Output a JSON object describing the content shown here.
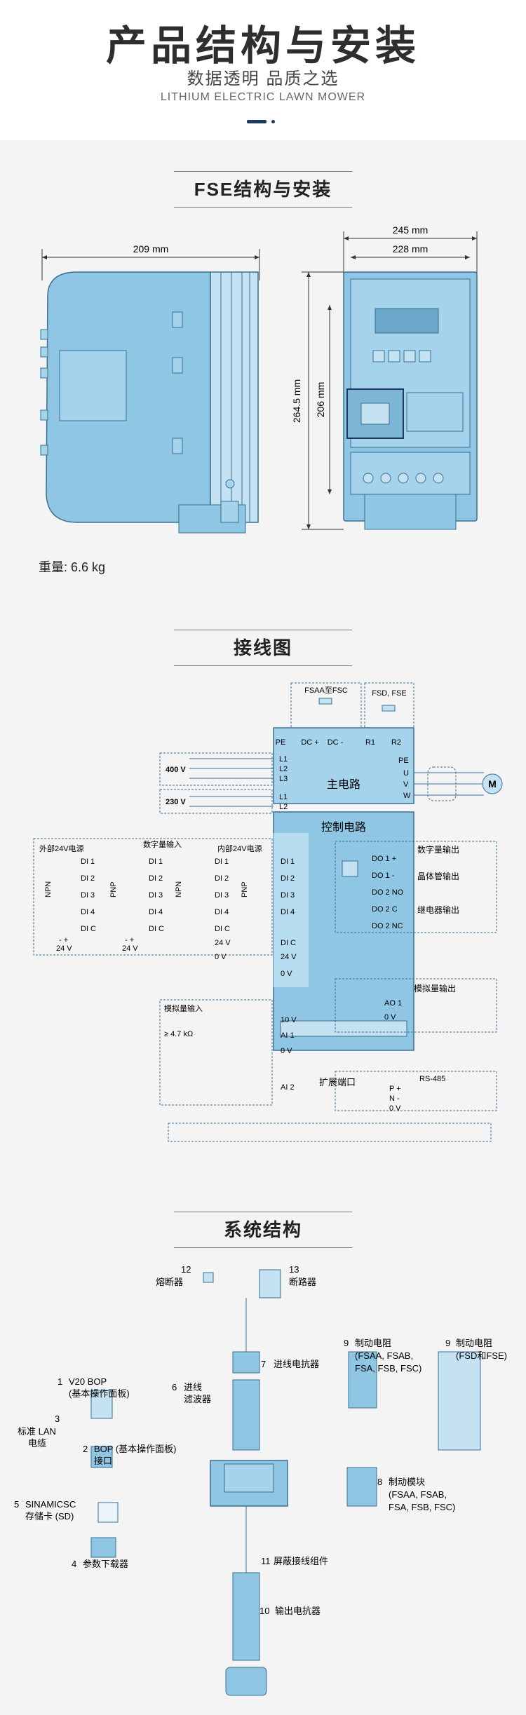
{
  "header": {
    "title": "产品结构与安装",
    "subtitle": "数据透明 品质之选",
    "tagline": "LITHIUM ELECTRIC LAWN MOWER"
  },
  "section1": {
    "title": "FSE结构与安装",
    "width_side": "209 mm",
    "width_front_outer": "245 mm",
    "width_front_inner": "228 mm",
    "height_outer": "264.5 mm",
    "height_inner": "206 mm",
    "weight": "重量: 6.6 kg"
  },
  "section2": {
    "title": "接线图",
    "fsaa_fsc": "FSAA至FSC",
    "fsd_fse": "FSD, FSE",
    "main_circuit": "主电路",
    "control_circuit": "控制电路",
    "v400": "400 V",
    "v230": "230 V",
    "pe": "PE",
    "dc_plus": "DC +",
    "dc_minus": "DC -",
    "r1": "R1",
    "r2": "R2",
    "l1": "L1",
    "l2": "L2",
    "l3": "L3",
    "l1b": "L1",
    "l2b": "L2",
    "pe_out": "PE",
    "u": "U",
    "v": "V",
    "w": "W",
    "motor": "M",
    "ext24": "外部24V电源",
    "digital_in": "数字量输入",
    "int24": "内部24V电源",
    "di1": "DI 1",
    "di2": "DI 2",
    "di3": "DI 3",
    "di4": "DI 4",
    "dic": "DI C",
    "v24": "24 V",
    "v0": "0 V",
    "npn": "NPN",
    "pnp": "PNP",
    "plus_minus": "-   +",
    "do1p": "DO 1 +",
    "do1m": "DO 1 -",
    "do2no": "DO 2 NO",
    "do2c": "DO 2 C",
    "do2nc": "DO 2 NC",
    "digital_out": "数字量输出",
    "transistor_out": "晶体管输出",
    "relay_out": "继电器输出",
    "analog_out": "模拟量输出",
    "ao1": "AO 1",
    "analog_in": "模拟量输入",
    "kohm": "≥ 4.7 kΩ",
    "v10": "10 V",
    "ai1": "AI 1",
    "ai2": "AI 2",
    "ext_port": "扩展端口",
    "rs485": "RS-485",
    "pplus": "P +",
    "nminus": "N -"
  },
  "section3": {
    "title": "系统结构",
    "n1": "1",
    "l1a": "V20 BOP",
    "l1b": "(基本操作面板)",
    "n2": "2",
    "l2a": "BOP (基本操作面板)",
    "l2b": "接口",
    "n3": "3",
    "l3a": "标准 LAN",
    "l3b": "电缆",
    "n4": "4",
    "l4": "参数下载器",
    "n5": "5",
    "l5a": "SINAMICSC",
    "l5b": "存储卡 (SD)",
    "n6": "6",
    "l6a": "进线",
    "l6b": "滤波器",
    "n7": "7",
    "l7": "进线电抗器",
    "n8": "8",
    "l8a": "制动模块",
    "l8b": "(FSAA, FSAB,",
    "l8c": "FSA, FSB, FSC)",
    "n9": "9",
    "l9a": "制动电阻",
    "l9b": "(FSAA, FSAB,",
    "l9c": "FSA, FSB, FSC)",
    "n9b": "9",
    "l9d": "制动电阻",
    "l9e": "(FSD和FSE)",
    "n10": "10",
    "l10": "输出电抗器",
    "n11": "11",
    "l11": "屏蔽接线组件",
    "n12": "12",
    "l12": "熔断器",
    "n13": "13",
    "l13": "断路器"
  }
}
